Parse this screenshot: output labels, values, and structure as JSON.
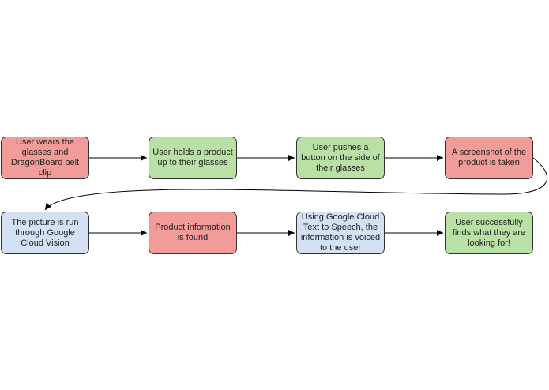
{
  "diagram": {
    "steps": [
      {
        "label": "User wears the glasses and DragonBoard belt clip",
        "color": "#f19c99"
      },
      {
        "label": "User holds a product up to their glasses",
        "color": "#b9e0a5"
      },
      {
        "label": "User pushes a button on the side of their glasses",
        "color": "#b9e0a5"
      },
      {
        "label": "A screenshot of the product is taken",
        "color": "#f19c99"
      },
      {
        "label": "The picture is run through Google Cloud Vision",
        "color": "#d4e1f5"
      },
      {
        "label": "Product information is found",
        "color": "#f19c99"
      },
      {
        "label": "Using Google Cloud Text to Speech, the information is voiced to the user",
        "color": "#d4e1f5"
      },
      {
        "label": "User successfully finds what they are looking for!",
        "color": "#b9e0a5"
      }
    ],
    "edge_color": "#000000"
  }
}
